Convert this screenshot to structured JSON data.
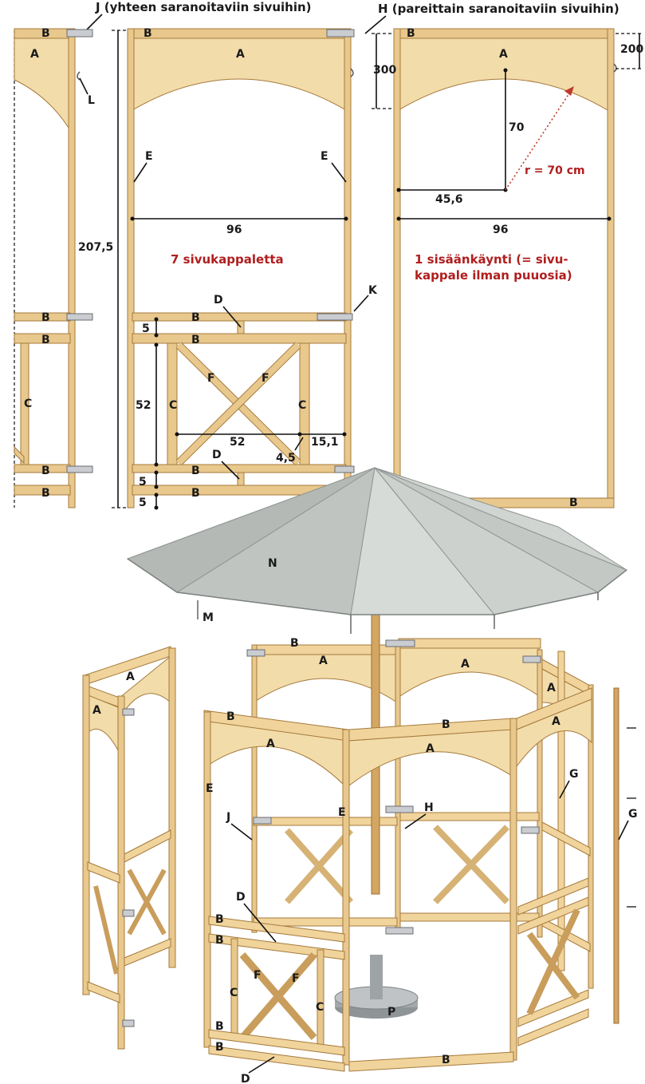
{
  "headers": {
    "hinge_j": "J (yhteen saranoitaviin sivuihin)",
    "hinge_h": "H (pareittain saranoitaviin sivuihin)"
  },
  "notes": {
    "side_panels": "7 sivukappaletta",
    "entrance_line1": "1 sisäänkäynti (= sivu-",
    "entrance_line2": "kappale ilman puuosia)"
  },
  "dimensions": {
    "height_total": "207,5",
    "width_mid": "96",
    "width_right": "96",
    "top_300": "300",
    "top_200": "200",
    "arc_70": "70",
    "arc_456": "45,6",
    "radius": "r = 70 cm",
    "gap_5a": "5",
    "gap_5b": "5",
    "gap_5c": "5",
    "rail_52_v": "52",
    "rail_52_h": "52",
    "rail_151": "15,1",
    "rail_45": "4,5"
  },
  "parts": {
    "A": "A",
    "B": "B",
    "C": "C",
    "D": "D",
    "E": "E",
    "F": "F",
    "G": "G",
    "H": "H",
    "J": "J",
    "K": "K",
    "L": "L",
    "M": "M",
    "N": "N",
    "P": "P"
  },
  "colors": {
    "wood": "#e8c88c",
    "wood_edge": "#a67a3c",
    "umbrella": "#c7cbc8",
    "hinge": "#c9ccd1",
    "note_red": "#b01e1e"
  }
}
